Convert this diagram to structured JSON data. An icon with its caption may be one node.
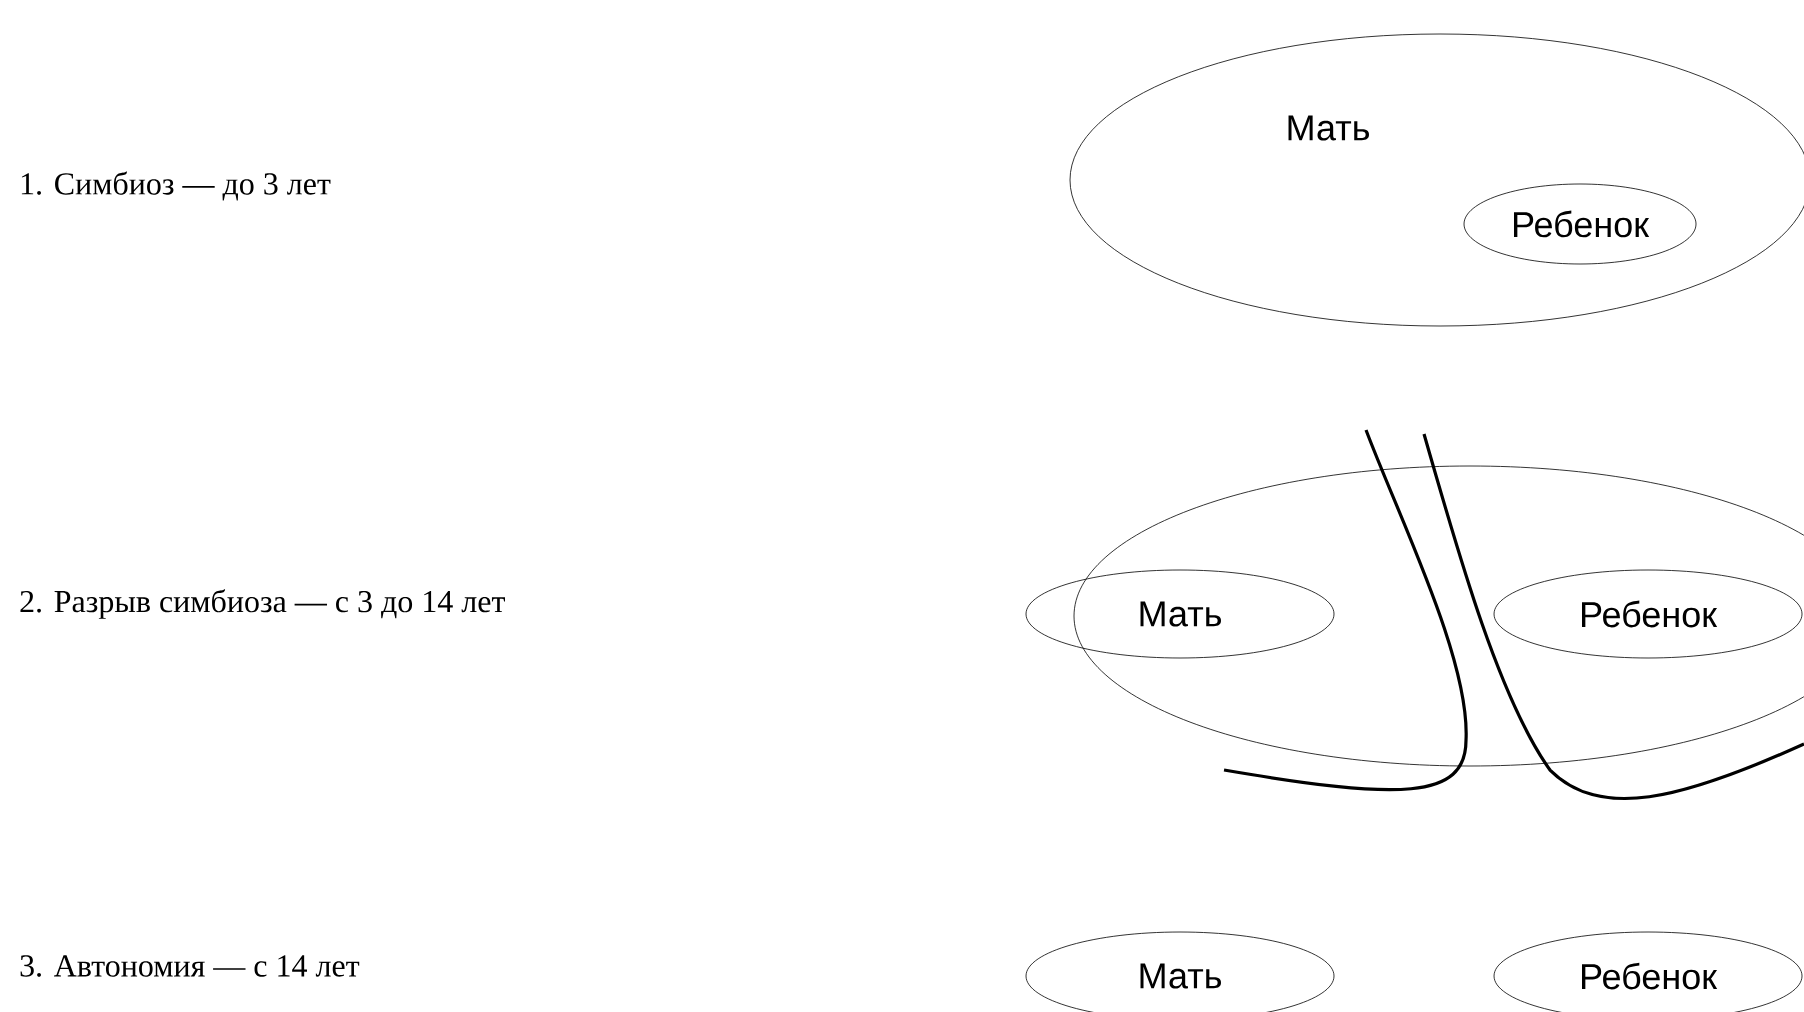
{
  "diagram": {
    "nodes": [
      {
        "text": [
          "Мать"
        ]
      },
      {
        "text": [
          "Ребенок"
        ],
        "in": 0
      },
      {
        "text": [],
        "shape": "ellipse"
      },
      {
        "text": [
          "Мать"
        ],
        "in": 2
      },
      {
        "text": [
          "Ребенок"
        ],
        "in": 2
      },
      {
        "text": [
          "Мать"
        ]
      },
      {
        "text": [
          "Ребенок"
        ]
      }
    ],
    "labels": [
      "1. Симбиоз — до 3 лет",
      "2. Разрыв симбиоза — с 3 до 14 лет",
      "3. Автономия — с 14 лет"
    ]
  }
}
